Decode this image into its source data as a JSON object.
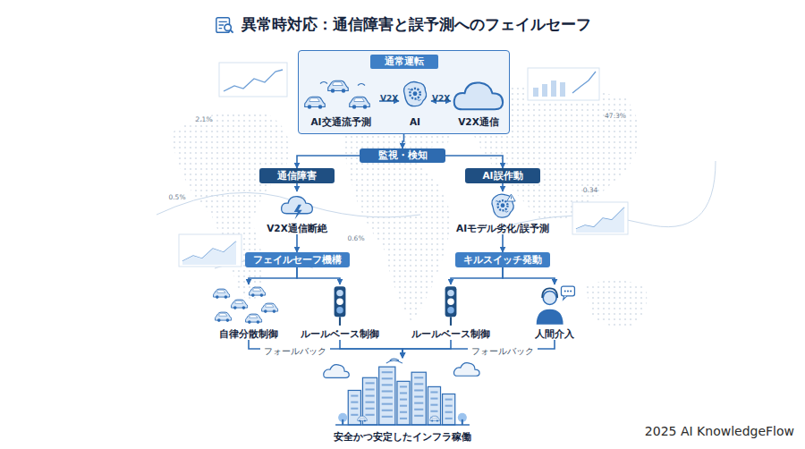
{
  "diagram": {
    "title": "異常時対応：通信障害と誤予測へのフェイルセーフ",
    "nodes": [
      {
        "text": [
          "通常運転"
        ]
      },
      {
        "text": [
          "AI交通流予測"
        ],
        "in": 0
      },
      {
        "text": [
          "AI"
        ],
        "in": 0
      },
      {
        "text": [
          "V2X通信"
        ],
        "in": 0
      },
      {
        "text": [
          "監視・検知"
        ]
      },
      {
        "text": [
          "通信障害"
        ]
      },
      {
        "text": [
          "AI誤作動"
        ]
      },
      {
        "text": [
          "V2X通信断絶"
        ]
      },
      {
        "text": [
          "AIモデル劣化/誤予測"
        ]
      },
      {
        "text": [
          "フェイルセーフ機構"
        ]
      },
      {
        "text": [
          "キルスイッチ発動"
        ]
      },
      {
        "text": [
          "自律分散制御"
        ]
      },
      {
        "text": [
          "ルールベース制御"
        ]
      },
      {
        "text": [
          "ルールベース制御"
        ]
      },
      {
        "text": [
          "人間介入"
        ]
      },
      {
        "text": [
          "安全かつ安定したインフラ稼働"
        ]
      }
    ],
    "edges": [
      {
        "from": 1,
        "to": 2,
        "label": "V2X",
        "arrow": "to"
      },
      {
        "from": 2,
        "to": 3,
        "label": "V2X",
        "arrow": "both"
      },
      {
        "from": 0,
        "to": 4,
        "arrow": "to"
      },
      {
        "from": 4,
        "to": 5,
        "arrow": "to"
      },
      {
        "from": 4,
        "to": 6,
        "arrow": "to"
      },
      {
        "from": 5,
        "to": 7,
        "arrow": "to"
      },
      {
        "from": 6,
        "to": 8,
        "arrow": "to"
      },
      {
        "from": 7,
        "to": 9,
        "arrow": "to"
      },
      {
        "from": 8,
        "to": 10,
        "arrow": "to"
      },
      {
        "from": 9,
        "to": 11,
        "arrow": "to"
      },
      {
        "from": 9,
        "to": 12,
        "arrow": "to"
      },
      {
        "from": 10,
        "to": 13,
        "arrow": "to"
      },
      {
        "from": 10,
        "to": 14,
        "arrow": "to"
      },
      {
        "from": 11,
        "to": 15,
        "arrow": "to"
      },
      {
        "from": 12,
        "to": 15,
        "arrow": "to"
      },
      {
        "from": 13,
        "to": 15,
        "arrow": "to"
      },
      {
        "from": 14,
        "to": 15,
        "arrow": "to"
      }
    ],
    "labels": [
      "フォールバック",
      "フォールバック",
      "2.1%",
      "47.3%",
      "0.5%",
      "0.34",
      "0.6%",
      "2025 AI KnowledgeFlow"
    ]
  }
}
